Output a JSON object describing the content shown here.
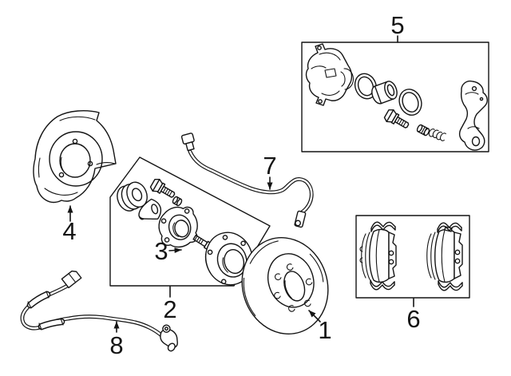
{
  "colors": {
    "ink": "#141414",
    "paper": "#ffffff"
  },
  "diagram": {
    "kind": "exploded-parts-line-drawing",
    "subject": "rear disc brake assembly",
    "callouts": [
      {
        "number": "1",
        "part": "brake-rotor"
      },
      {
        "number": "2",
        "part": "hub-and-bearing-kit-box"
      },
      {
        "number": "3",
        "part": "hub-bolt"
      },
      {
        "number": "4",
        "part": "splash-shield"
      },
      {
        "number": "5",
        "part": "caliper-assembly-box"
      },
      {
        "number": "6",
        "part": "brake-pad-kit-box"
      },
      {
        "number": "7",
        "part": "brake-hose"
      },
      {
        "number": "8",
        "part": "abs-speed-sensor-cable"
      }
    ]
  }
}
